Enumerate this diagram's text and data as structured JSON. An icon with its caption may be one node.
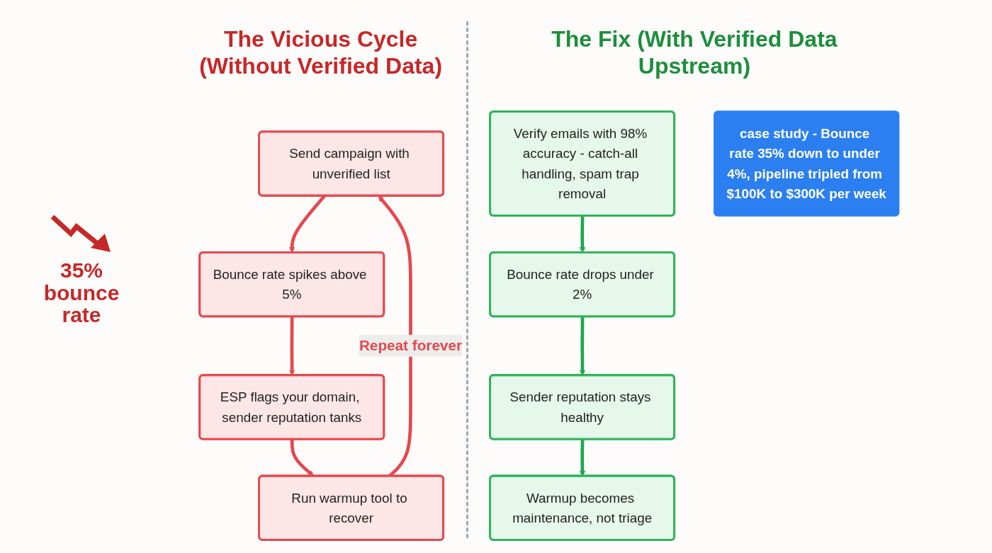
{
  "diagram": {
    "nodes": [
      {
        "text": [
          "Send campaign with unverified list"
        ]
      },
      {
        "text": [
          "Bounce rate spikes above 5%"
        ]
      },
      {
        "text": [
          "ESP flags your domain, sender reputation tanks"
        ]
      },
      {
        "text": [
          "Run warmup tool to recover"
        ]
      },
      {
        "text": [
          "Verify emails with 98% accuracy - catch-all handling, spam trap removal"
        ]
      },
      {
        "text": [
          "Bounce rate drops under 2%"
        ]
      },
      {
        "text": [
          "Sender reputation stays healthy"
        ]
      },
      {
        "text": [
          "Warmup becomes maintenance, not triage"
        ]
      },
      {
        "text": [
          "case study - Bounce rate 35% down to under 4%, pipeline tripled from $100K to $300K per week"
        ]
      }
    ],
    "edges": [
      {
        "from": 0,
        "to": 1,
        "arrow": "to",
        "color": "#e5484d"
      },
      {
        "from": 1,
        "to": 2,
        "arrow": "to",
        "color": "#e5484d"
      },
      {
        "from": 2,
        "to": 3,
        "arrow": "to",
        "color": "#e5484d"
      },
      {
        "from": 3,
        "to": 0,
        "arrow": "to",
        "label": "Repeat forever",
        "color": "#e5484d"
      },
      {
        "from": 4,
        "to": 5,
        "arrow": "to",
        "color": "#22a653"
      },
      {
        "from": 5,
        "to": 6,
        "arrow": "to",
        "color": "#22a653"
      },
      {
        "from": 6,
        "to": 7,
        "arrow": "to",
        "color": "#22a653"
      }
    ],
    "labels": [
      "The Vicious Cycle (Without Verified Data)",
      "35% bounce rate",
      "The Fix (With Verified Data Upstream)"
    ]
  }
}
